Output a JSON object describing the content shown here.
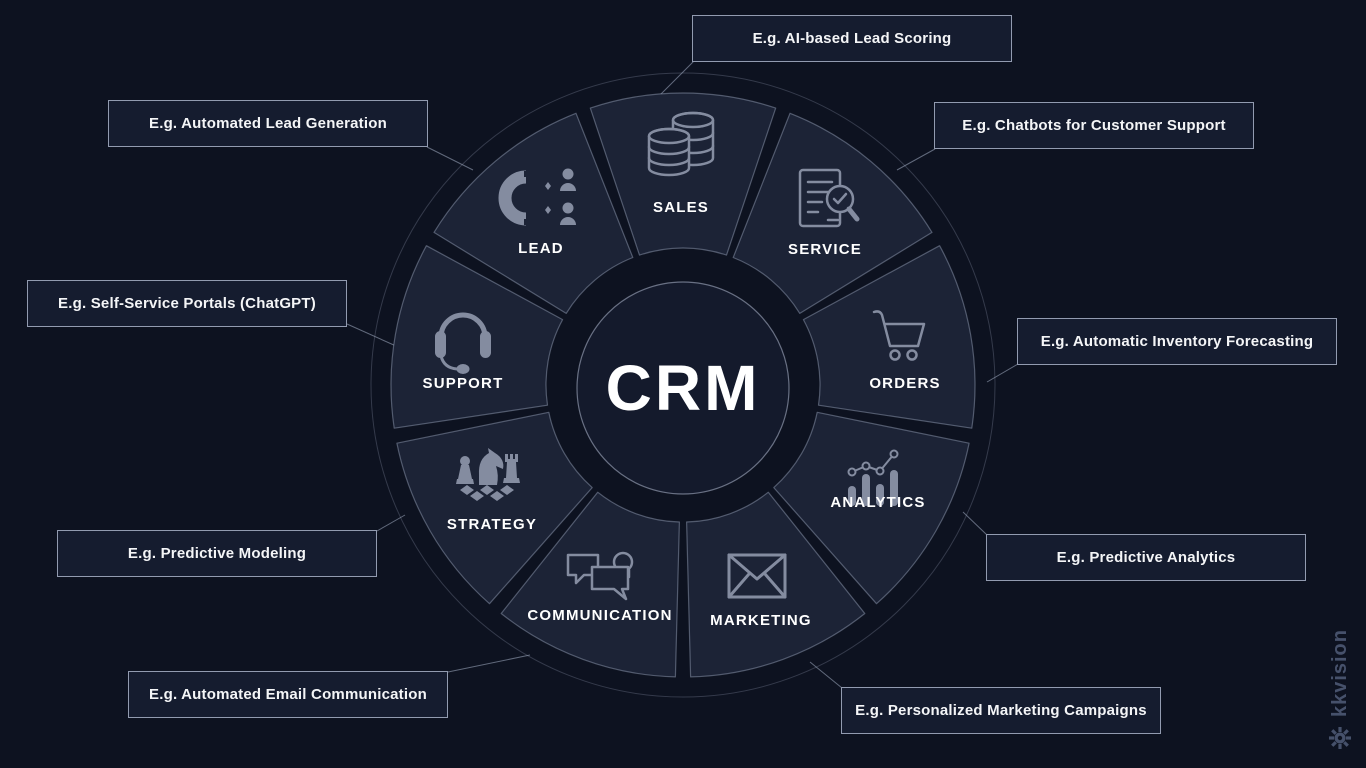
{
  "diagram": {
    "title": "CRM",
    "center_label": "CRM",
    "watermark": "kkvision",
    "colors": {
      "background": "#0d1220",
      "wedge_fill": "#1c2336",
      "box_fill": "#151c2f",
      "border": "#b2bcd1",
      "icon": "#848ca0",
      "text": "#ffffff",
      "watermark": "#46516b"
    },
    "segments": [
      {
        "label": "SALES",
        "icon": "coin-stacks-icon",
        "example": "E.g. AI-based Lead Scoring"
      },
      {
        "label": "SERVICE",
        "icon": "document-magnifier-icon",
        "example": "E.g. Chatbots for Customer Support"
      },
      {
        "label": "ORDERS",
        "icon": "shopping-cart-icon",
        "example": "E.g. Automatic Inventory Forecasting"
      },
      {
        "label": "ANALYTICS",
        "icon": "bar-chart-icon",
        "example": "E.g. Predictive Analytics"
      },
      {
        "label": "MARKETING",
        "icon": "envelope-icon",
        "example": "E.g. Personalized Marketing Campaigns"
      },
      {
        "label": "COMMUNICATION",
        "icon": "chat-bubbles-icon",
        "example": "E.g. Automated Email Communication"
      },
      {
        "label": "STRATEGY",
        "icon": "chess-pieces-icon",
        "example": "E.g. Predictive Modeling"
      },
      {
        "label": "SUPPORT",
        "icon": "headset-icon",
        "example": "E.g. Self-Service Portals (ChatGPT)"
      },
      {
        "label": "LEAD",
        "icon": "magnet-icon",
        "example": "E.g. Automated Lead Generation"
      }
    ]
  }
}
